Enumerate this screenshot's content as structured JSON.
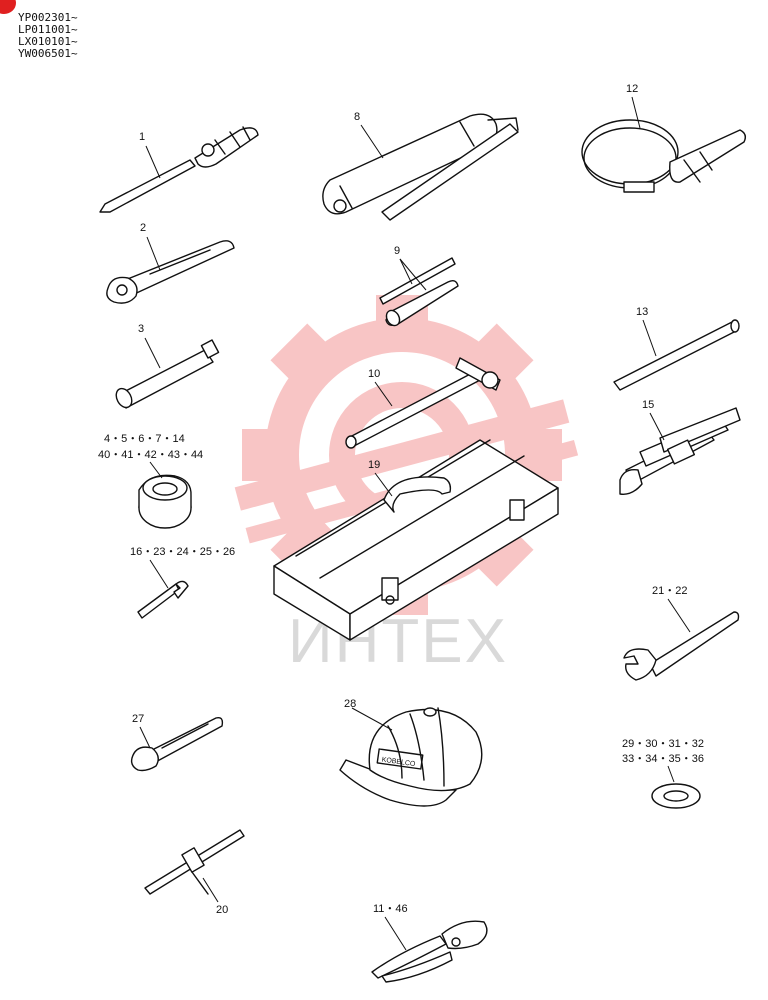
{
  "serials": [
    "YP002301~",
    "LP011001~",
    "LX010101~",
    "YW006501~"
  ],
  "watermark": {
    "text": "ИНТЕХ",
    "color": "#f08080"
  },
  "callouts": {
    "c1": "1",
    "c2": "2",
    "c3": "3",
    "c8": "8",
    "c9": "9",
    "c10": "10",
    "c12": "12",
    "c13": "13",
    "c15": "15",
    "c19": "19",
    "c_socket_a": "4・5・6・7・14",
    "c_socket_b": "40・41・42・43・44",
    "c_hexkey": "16・23・24・25・26",
    "c21": "21・22",
    "c27": "27",
    "c28": "28",
    "c_washer_a": "29・30・31・32",
    "c_washer_b": "33・34・35・36",
    "c20": "20",
    "c11": "11・46"
  },
  "cap_lettering": "KOBELCO"
}
